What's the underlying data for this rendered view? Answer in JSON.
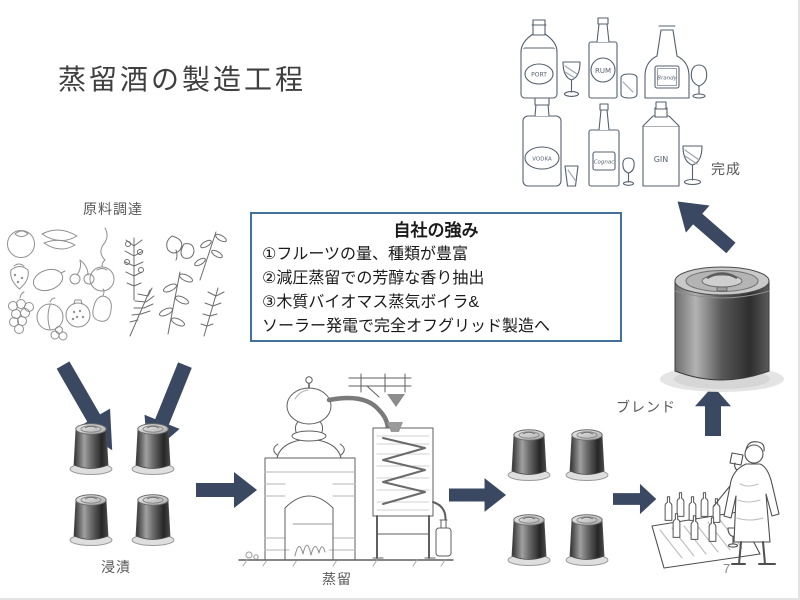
{
  "slide": {
    "title": "蒸留酒の製造工程",
    "page_number": "7"
  },
  "stages": {
    "sourcing": {
      "label": "原料調達"
    },
    "maceration": {
      "label": "浸漬"
    },
    "distillation": {
      "label": "蒸留"
    },
    "blend": {
      "label": "ブレンド"
    },
    "finish": {
      "label": "完成"
    }
  },
  "strengths_box": {
    "title": "自社の強み",
    "lines": [
      "①フルーツの量、種類が豊富",
      "②減圧蒸留での芳醇な香り抽出",
      "③木質バイオマス蒸気ボイラ&",
      "ソーラー発電で完全オフグリッド製造へ"
    ]
  },
  "illustrations": {
    "bottle_labels": {
      "top": [
        "PORT",
        "RUM",
        "Brandy"
      ],
      "bottom": [
        "VODKA",
        "Cognac",
        "GIN"
      ]
    }
  },
  "colors": {
    "arrow": "#3A4961",
    "box_border": "#41719C",
    "title_text": "#3F3F3F",
    "label_text": "#595959",
    "body_text": "#1A1A1A",
    "page_number": "#8A8A8A"
  }
}
